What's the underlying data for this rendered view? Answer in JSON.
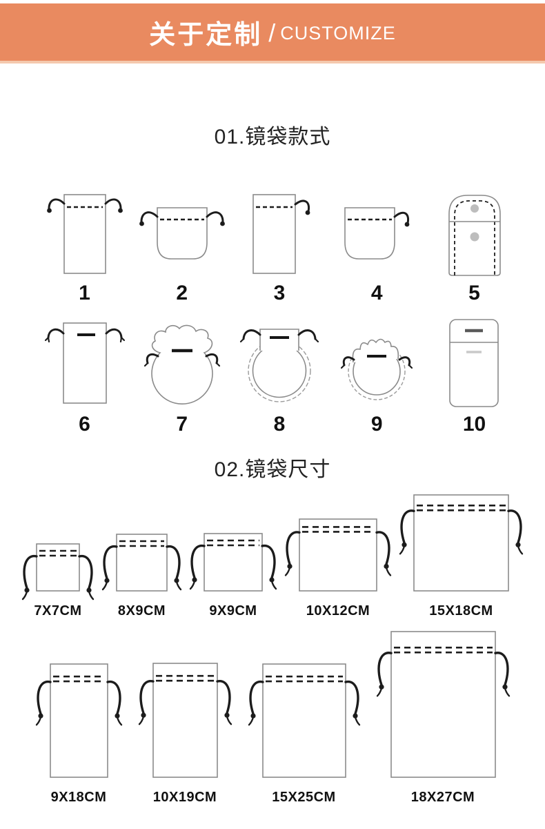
{
  "header": {
    "title_cn": "关于定制",
    "divider": "/",
    "title_en": "CUSTOMIZE"
  },
  "sections": {
    "styles": {
      "title": "01.镜袋款式",
      "items": [
        {
          "label": "1"
        },
        {
          "label": "2"
        },
        {
          "label": "3"
        },
        {
          "label": "4"
        },
        {
          "label": "5"
        },
        {
          "label": "6"
        },
        {
          "label": "7"
        },
        {
          "label": "8"
        },
        {
          "label": "9"
        },
        {
          "label": "10"
        }
      ]
    },
    "sizes": {
      "title": "02.镜袋尺寸",
      "row1": [
        {
          "label": "7X7CM"
        },
        {
          "label": "8X9CM"
        },
        {
          "label": "9X9CM"
        },
        {
          "label": "10X12CM"
        },
        {
          "label": "15X18CM"
        }
      ],
      "row2": [
        {
          "label": "9X18CM"
        },
        {
          "label": "10X19CM"
        },
        {
          "label": "15X25CM"
        },
        {
          "label": "18X27CM"
        }
      ]
    }
  },
  "colors": {
    "banner": "#E98A60",
    "banner_strip": "#F5C9AE",
    "outline": "#8A8A8A",
    "detail": "#1C1C1C"
  }
}
